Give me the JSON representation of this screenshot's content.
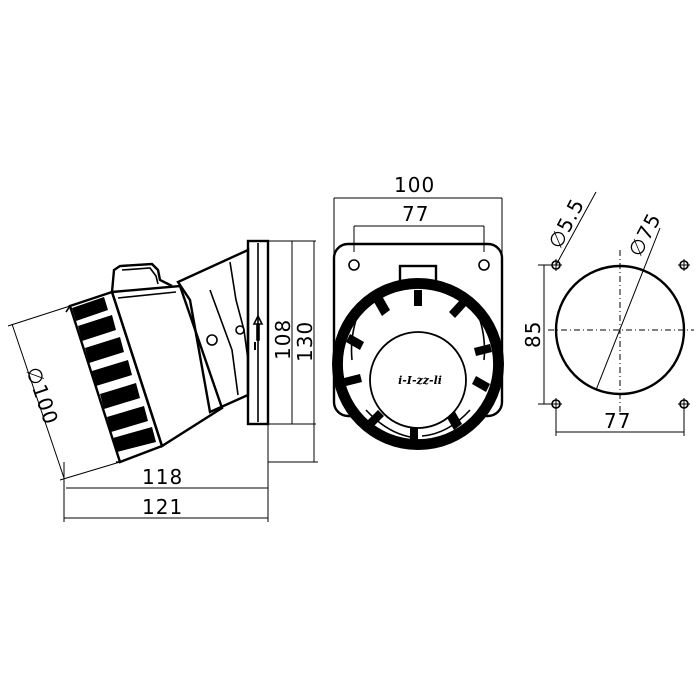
{
  "side_view": {
    "dia_label": "∅100",
    "len_118": "118",
    "len_121": "121",
    "h_108": "108",
    "h_130": "130"
  },
  "front_view": {
    "w_100": "100",
    "w_77": "77",
    "logo_text": "i-I-zz-li"
  },
  "cutout": {
    "hole_label": "∅5.5",
    "dia_label": "∅75",
    "h_85": "85",
    "w_77": "77"
  }
}
